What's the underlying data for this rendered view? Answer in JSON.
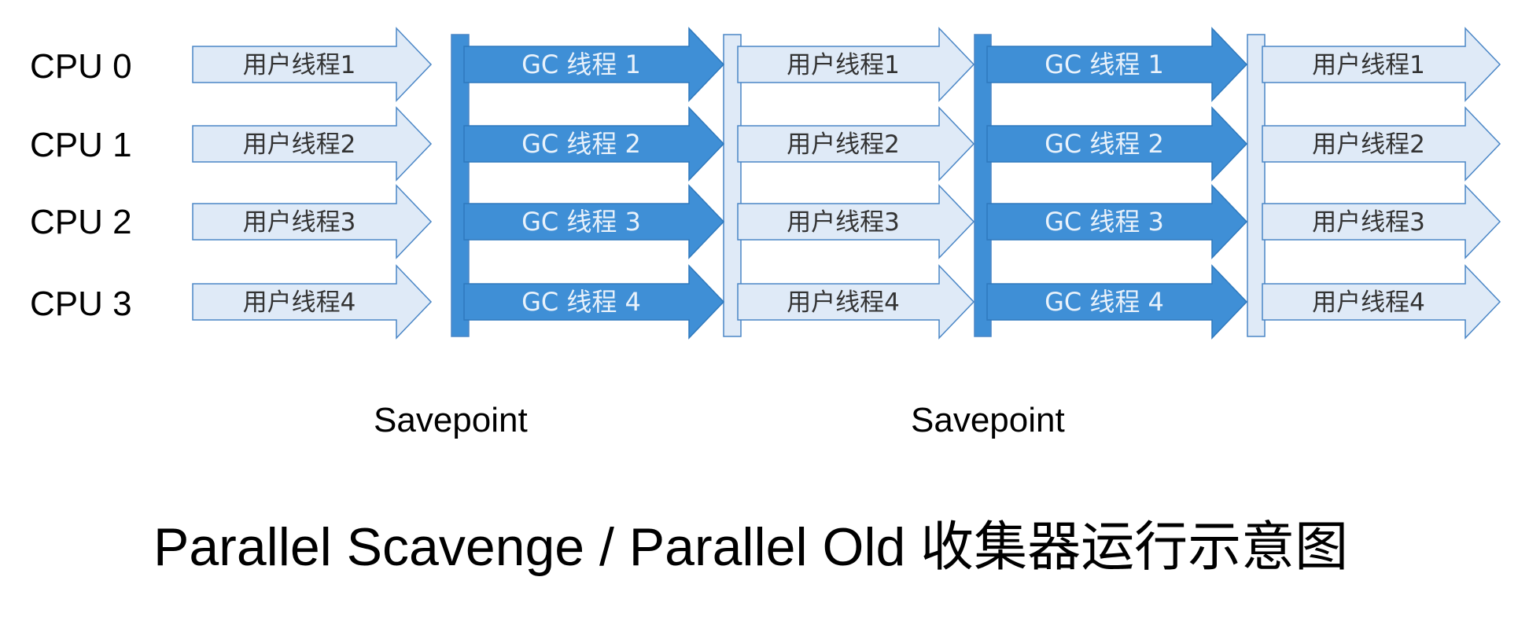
{
  "cpus": [
    "CPU 0",
    "CPU 1",
    "CPU 2",
    "CPU 3"
  ],
  "phases": [
    {
      "kind": "user",
      "labels": [
        "用户线程1",
        "用户线程2",
        "用户线程3",
        "用户线程4"
      ]
    },
    {
      "kind": "gc",
      "labels": [
        "GC 线程 1",
        "GC 线程 2",
        "GC 线程 3",
        "GC 线程 4"
      ]
    },
    {
      "kind": "user",
      "labels": [
        "用户线程1",
        "用户线程2",
        "用户线程3",
        "用户线程4"
      ]
    },
    {
      "kind": "gc",
      "labels": [
        "GC 线程 1",
        "GC 线程 2",
        "GC 线程 3",
        "GC 线程 4"
      ]
    },
    {
      "kind": "user",
      "labels": [
        "用户线程1",
        "用户线程2",
        "用户线程3",
        "用户线程4"
      ]
    }
  ],
  "savepoints": [
    "Savepoint",
    "Savepoint"
  ],
  "title": "Parallel Scavenge / Parallel Old 收集器运行示意图",
  "colors": {
    "user_fill": "#dfeaf7",
    "user_stroke": "#4a86c6",
    "user_text": "#333333",
    "gc_fill": "#3f8fd6",
    "gc_stroke": "#2f79bd",
    "gc_text": "#e9f2fb",
    "gc_bar": "#3f8fd6",
    "user_bar": "#dfeaf7"
  }
}
